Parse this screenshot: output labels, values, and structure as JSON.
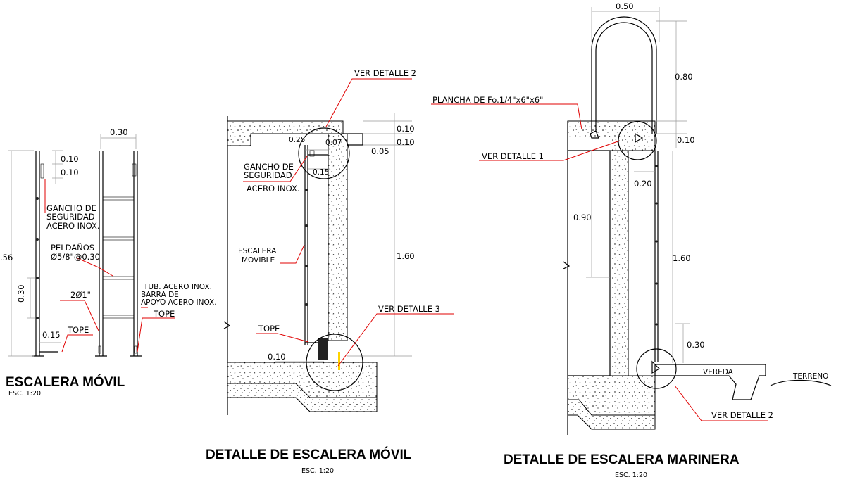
{
  "mobile_ladder": {
    "title": "ESCALERA MÓVIL",
    "scale": "ESC. 1:20",
    "dims": {
      "width": "0.30",
      "top1": "0.10",
      "top2": "0.10",
      "total": ".56",
      "rung_spacing": "0.30",
      "tope": "0.15"
    },
    "labels": {
      "gancho": [
        "GANCHO DE",
        "SEGURIDAD",
        "ACERO INOX."
      ],
      "peldanos": [
        "PELDAÑOS",
        "Ø5/8\"@0.30"
      ],
      "tubo": "2Ø1\"",
      "tope_left": "TOPE",
      "tub_acero": [
        "TUB. ACERO INOX.",
        "BARRA DE",
        "APOYO ACERO INOX."
      ],
      "tope_right": "TOPE"
    }
  },
  "detail_mobile": {
    "title": "DETALLE DE ESCALERA MÓVIL",
    "scale": "ESC. 1:20",
    "dims": {
      "d025": "0.25",
      "d007": "0.07",
      "d015": "0.15",
      "d010a": "0.10",
      "d010b": "0.10",
      "d005": "0.05",
      "height": "1.60",
      "bottom": "0.10"
    },
    "labels": {
      "ver_detalle_2": "VER DETALLE 2",
      "gancho": [
        "GANCHO DE",
        "SEGURIDAD",
        "ACERO INOX."
      ],
      "escalera": [
        "ESCALERA",
        "MOVIBLE"
      ],
      "tope": "TOPE",
      "ver_detalle_3": "VER DETALLE 3"
    }
  },
  "detail_marinera": {
    "title": "DETALLE DE ESCALERA MARINERA",
    "scale": "ESC. 1:20",
    "dims": {
      "width": "0.50",
      "arc": "0.80",
      "top": "0.10",
      "gap": "0.20",
      "inner": "0.90",
      "height": "1.60",
      "bottom": "0.30"
    },
    "labels": {
      "plancha": "PLANCHA DE Fo.1/4\"x6\"x6\"",
      "ver_detalle_1": "VER DETALLE 1",
      "vereda": "VEREDA",
      "terreno": "TERRENO",
      "ver_detalle_2": "VER DETALLE 2"
    }
  },
  "colors": {
    "leader": "#e00000",
    "dimension": "#999999",
    "line": "#000000",
    "accent": "#ffd400"
  }
}
